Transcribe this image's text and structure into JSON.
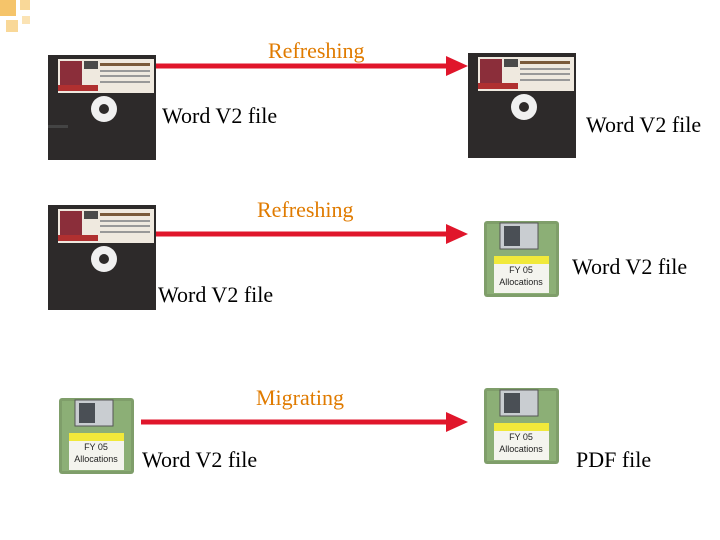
{
  "rows": [
    {
      "action": "Refreshing",
      "source_label": "Word V2 file",
      "target_label": "Word V2 file",
      "source_media": "5.25-inch floppy disk",
      "target_media": "5.25-inch floppy disk"
    },
    {
      "action": "Refreshing",
      "source_label": "Word V2 file",
      "target_label": "Word V2 file",
      "source_media": "5.25-inch floppy disk",
      "target_media": "3.5-inch floppy disk"
    },
    {
      "action": "Migrating",
      "source_label": "Word V2 file",
      "target_label": "PDF file",
      "source_media": "3.5-inch floppy disk",
      "target_media": "3.5-inch floppy disk"
    }
  ],
  "disk_label": {
    "line1": "FY 05",
    "line2": "Allocations"
  },
  "colors": {
    "action_text": "#e07b00",
    "arrow": "#e0162b",
    "corner_accent": "#f2b84b"
  }
}
